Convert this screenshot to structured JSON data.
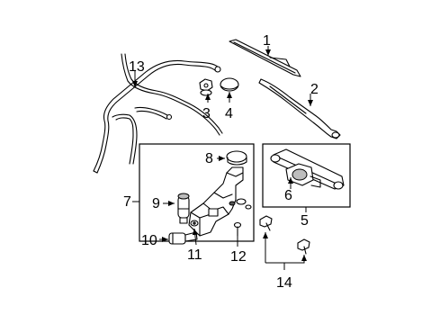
{
  "diagram": {
    "callouts": [
      {
        "id": "c1",
        "text": "1"
      },
      {
        "id": "c2",
        "text": "2"
      },
      {
        "id": "c3",
        "text": "3"
      },
      {
        "id": "c4",
        "text": "4"
      },
      {
        "id": "c5",
        "text": "5"
      },
      {
        "id": "c6",
        "text": "6"
      },
      {
        "id": "c7",
        "text": "7"
      },
      {
        "id": "c8",
        "text": "8"
      },
      {
        "id": "c9",
        "text": "9"
      },
      {
        "id": "c10",
        "text": "10"
      },
      {
        "id": "c11",
        "text": "11"
      },
      {
        "id": "c12",
        "text": "12"
      },
      {
        "id": "c13",
        "text": "13"
      },
      {
        "id": "c14",
        "text": "14"
      }
    ]
  }
}
